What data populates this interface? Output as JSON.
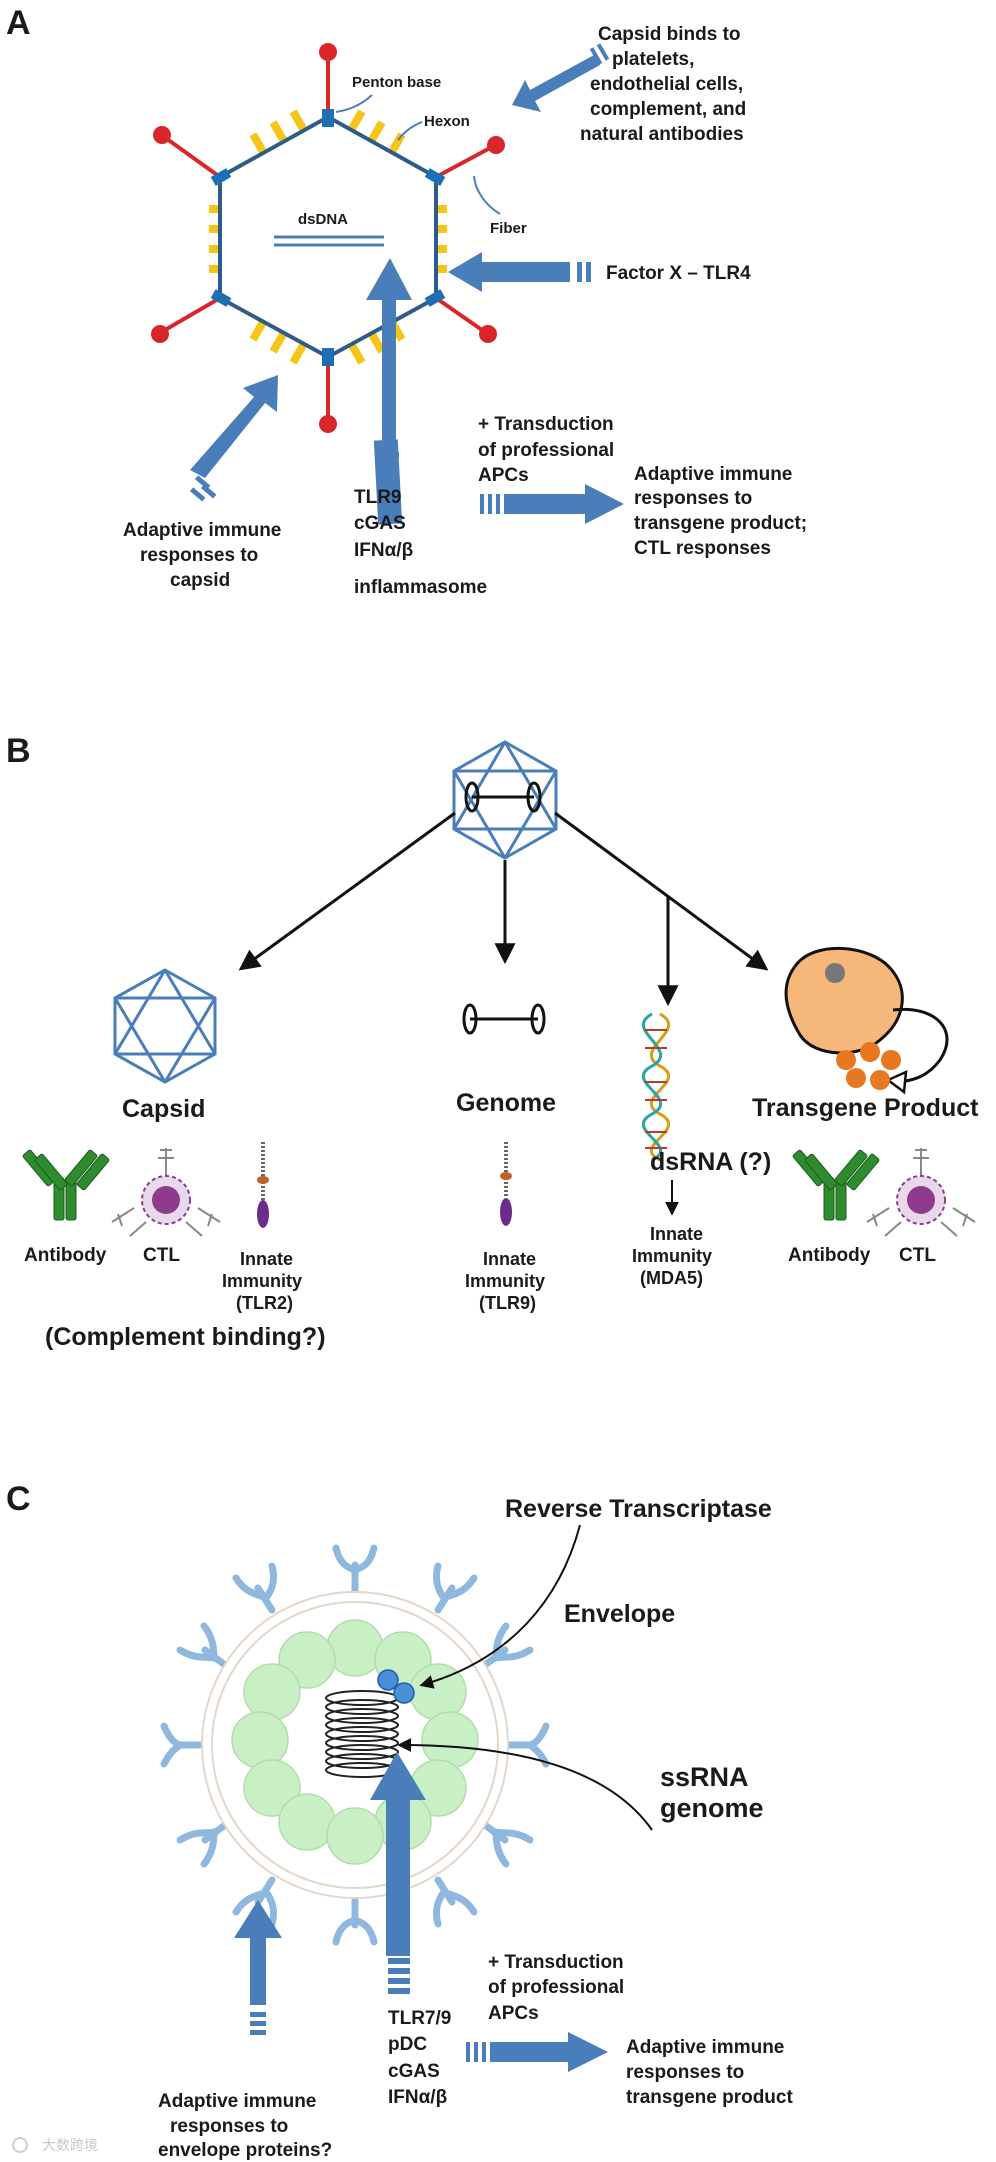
{
  "panelA": {
    "letter": "A",
    "penton": "Penton base",
    "hexon": "Hexon",
    "fiber": "Fiber",
    "dsdna": "dsDNA",
    "capsid_lines": [
      "Capsid binds to",
      "platelets,",
      "endothelial cells,",
      "complement, and",
      "natural antibodies"
    ],
    "factorx": "Factor X – TLR4",
    "transduction": [
      "+ Transduction",
      "of professional",
      "APCs"
    ],
    "adaptive_transgene": [
      "Adaptive immune",
      "responses to",
      "transgene product;",
      "CTL responses"
    ],
    "adaptive_capsid": [
      "Adaptive immune",
      "responses to",
      "capsid"
    ],
    "sensors": [
      "TLR9",
      "cGAS",
      "IFNα/β",
      "inflammasome"
    ]
  },
  "panelB": {
    "letter": "B",
    "capsid": "Capsid",
    "genome": "Genome",
    "dsrna": "dsRNA (?)",
    "transgene": "Transgene Product",
    "antibody1": "Antibody",
    "ctl1": "CTL",
    "innate_tlr2": [
      "Innate",
      "Immunity",
      "(TLR2)"
    ],
    "innate_tlr9": [
      "Innate",
      "Immunity",
      "(TLR9)"
    ],
    "innate_mda5": [
      "Innate",
      "Immunity",
      "(MDA5)"
    ],
    "complement": "(Complement binding?)",
    "antibody2": "Antibody",
    "ctl2": "CTL"
  },
  "panelC": {
    "letter": "C",
    "rt": "Reverse Transcriptase",
    "envelope": "Envelope",
    "ssrna": [
      "ssRNA",
      "genome"
    ],
    "transduction": [
      "+ Transduction",
      "of professional",
      "APCs"
    ],
    "sensors": [
      "TLR7/9",
      "pDC",
      "cGAS",
      "IFNα/β"
    ],
    "adaptive_transgene": [
      "Adaptive immune",
      "responses to",
      "transgene product"
    ],
    "adaptive_env": [
      "Adaptive immune",
      "responses to",
      "envelope proteins?"
    ]
  },
  "watermark": "大数跨境",
  "colors": {
    "arrow_blue": "#4a7ebb",
    "hexon_yellow": "#f5c518",
    "fiber_red": "#d9262b",
    "capsid_outline": "#2f5b8a",
    "antibody_green": "#2e8b2e",
    "ctl_purple": "#8e3b8e",
    "cell_orange": "#f5b77a",
    "bead_orange": "#e87722",
    "envelope_light_blue": "#8fb8de",
    "core_green": "#c9f0c4"
  }
}
